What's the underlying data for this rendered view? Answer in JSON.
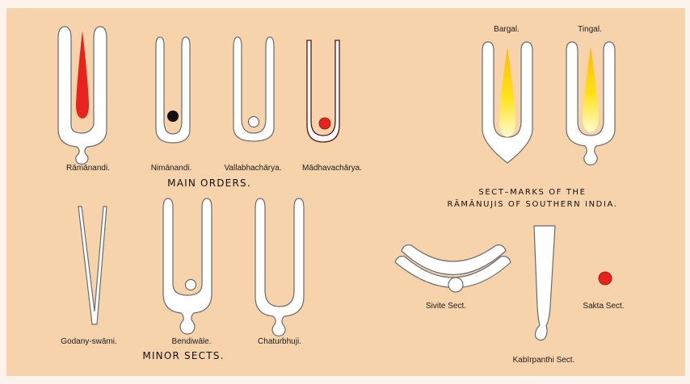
{
  "main_orders": {
    "heading": "MAIN ORDERS.",
    "marks": [
      {
        "label": "Rāmānandi."
      },
      {
        "label": "Nimānandi."
      },
      {
        "label": "Vallabhachārya."
      },
      {
        "label": "Mādhavachārya."
      }
    ]
  },
  "southern": {
    "heading_line1": "SECT–MARKS OF THE",
    "heading_line2": "RĀMĀNUJIS OF SOUTHERN INDIA.",
    "marks": [
      {
        "label": "Bargal."
      },
      {
        "label": "Tingal."
      }
    ]
  },
  "minor_sects": {
    "heading": "MINOR SECTS.",
    "marks": [
      {
        "label": "Godany-swāmi."
      },
      {
        "label": "Bendiwāle."
      },
      {
        "label": "Chaturbhuji."
      }
    ]
  },
  "others": {
    "marks": [
      {
        "label": "Sivite Sect."
      },
      {
        "label": "Kabīrpanthi Sect."
      },
      {
        "label": "Sakta Sect."
      }
    ]
  },
  "colors": {
    "background": "#f7d3ac",
    "mark_fill": "#ffffff",
    "outline": "#6b6b6b",
    "red": "#e8231c",
    "black": "#111111",
    "yellow": "#ffe21a",
    "maroon_outline": "#5a1414"
  }
}
